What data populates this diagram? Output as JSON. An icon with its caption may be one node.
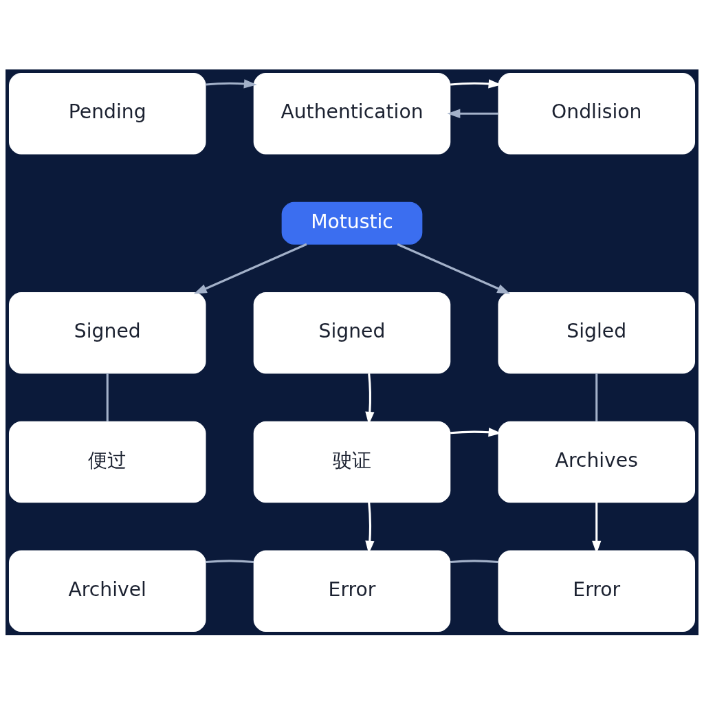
{
  "diagram": {
    "nodes": [
      {
        "text": [
          "Pending"
        ]
      },
      {
        "text": [
          "Authentication"
        ]
      },
      {
        "text": [
          "Ondlision"
        ]
      },
      {
        "text": [
          "Motustic"
        ]
      },
      {
        "text": [
          "Signed"
        ]
      },
      {
        "text": [
          "Signed"
        ]
      },
      {
        "text": [
          "Sigled"
        ]
      },
      {
        "text": [
          "便过"
        ]
      },
      {
        "text": [
          "驶证"
        ]
      },
      {
        "text": [
          "Archives"
        ]
      },
      {
        "text": [
          "Archivel"
        ]
      },
      {
        "text": [
          "Error"
        ]
      },
      {
        "text": [
          "Error"
        ]
      }
    ],
    "edges": [
      {
        "from": 0,
        "to": 1,
        "arrow": "to"
      },
      {
        "from": 2,
        "to": 1,
        "arrow": "to"
      },
      {
        "from": 1,
        "to": 2,
        "arrow": "to",
        "color": "#ffffff"
      },
      {
        "from": 3,
        "to": 4,
        "arrow": "to"
      },
      {
        "from": 3,
        "to": 6,
        "arrow": "to"
      },
      {
        "from": 4,
        "to": 7,
        "arrow": "none"
      },
      {
        "from": 5,
        "to": 8,
        "arrow": "to",
        "color": "#ffffff"
      },
      {
        "from": 6,
        "to": 9,
        "arrow": "none"
      },
      {
        "from": 8,
        "to": 9,
        "arrow": "to",
        "color": "#ffffff"
      },
      {
        "from": 8,
        "to": 11,
        "arrow": "to",
        "color": "#ffffff"
      },
      {
        "from": 9,
        "to": 12,
        "arrow": "to",
        "color": "#ffffff"
      },
      {
        "from": 10,
        "to": 11,
        "arrow": "none"
      },
      {
        "from": 11,
        "to": 12,
        "arrow": "none"
      }
    ]
  }
}
